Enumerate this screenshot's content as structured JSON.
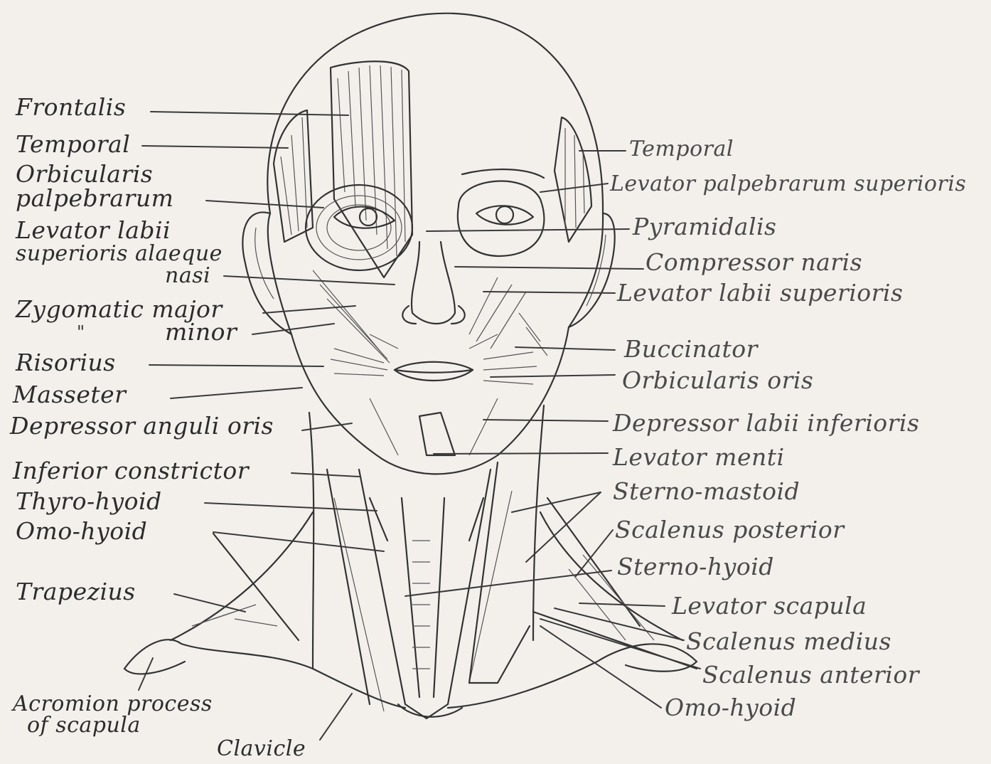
{
  "left_labels": {
    "frontalis": "Frontalis",
    "temporal": "Temporal",
    "orbicularis_1": "Orbicularis",
    "orbicularis_2": "palpebrarum",
    "levator_labii_1": "Levator labii",
    "levator_labii_2": "superioris alaeque",
    "levator_labii_3": "nasi",
    "zygomatic_major": "Zygomatic major",
    "zygomatic_ditto": "\"",
    "zygomatic_minor": "minor",
    "risorius": "Risorius",
    "masseter": "Masseter",
    "depressor_anguli": "Depressor anguli oris",
    "inferior_constrictor": "Inferior constrictor",
    "thyro_hyoid": "Thyro-hyoid",
    "omo_hyoid": "Omo-hyoid",
    "trapezius": "Trapezius",
    "acromion_1": "Acromion process",
    "acromion_2": "of scapula",
    "clavicle": "Clavicle"
  },
  "right_labels": {
    "temporal": "Temporal",
    "levator_palpebrarum": "Levator palpebrarum superioris",
    "pyramidalis": "Pyramidalis",
    "compressor_naris": "Compressor naris",
    "levator_labii_superioris": "Levator labii superioris",
    "buccinator": "Buccinator",
    "orbicularis_oris": "Orbicularis oris",
    "depressor_labii": "Depressor labii inferioris",
    "levator_menti": "Levator menti",
    "sterno_mastoid": "Sterno-mastoid",
    "scalenus_posterior": "Scalenus posterior",
    "sterno_hyoid": "Sterno-hyoid",
    "levator_scapula": "Levator scapula",
    "scalenus_medius": "Scalenus medius",
    "scalenus_anterior": "Scalenus anterior",
    "omo_hyoid": "Omo-hyoid"
  },
  "colors": {
    "paper": "#f3f0ec",
    "ink": "#333333"
  }
}
